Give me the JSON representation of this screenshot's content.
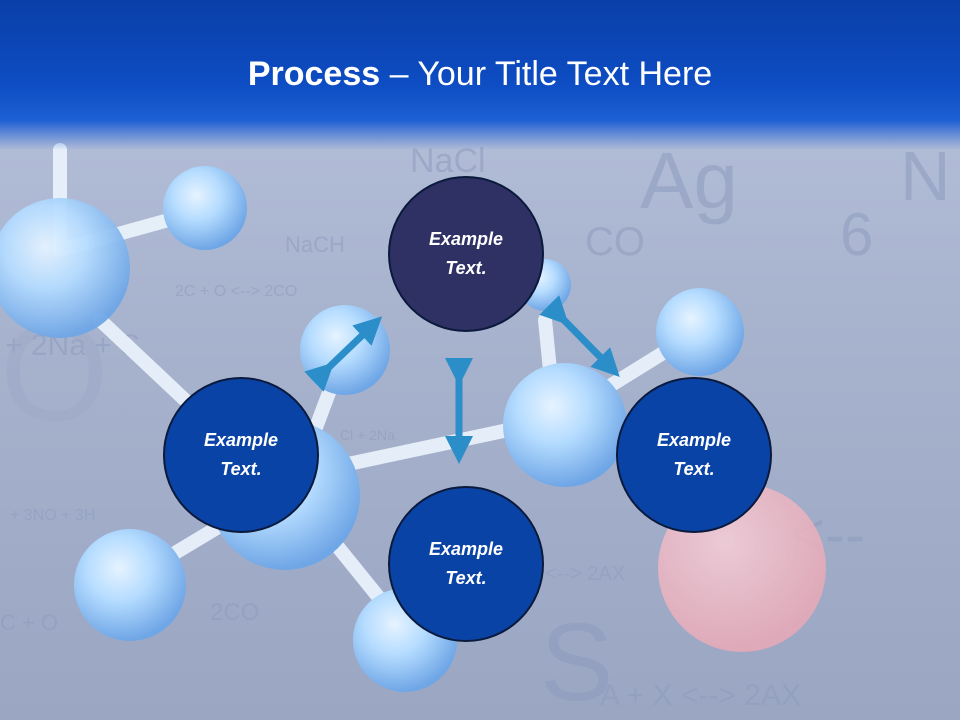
{
  "title": {
    "bold": "Process",
    "rest": " – Your Title Text Here"
  },
  "nodes": [
    {
      "line1": "Example",
      "line2": "Text."
    },
    {
      "line1": "Example",
      "line2": "Text."
    },
    {
      "line1": "Example",
      "line2": "Text."
    },
    {
      "line1": "Example",
      "line2": "Text."
    }
  ],
  "colors": {
    "title_band": "#0d4cc2",
    "node_blue": "#0a43a6",
    "node_dark": "#2f3063",
    "arrow": "#2b8ec8"
  },
  "background_formulas": [
    "NaCl",
    "NaCH",
    "CO",
    "2C + O",
    "<--> 2CO",
    "+ 2Na",
    "+ S",
    "Ag",
    "6",
    "+ 3NO",
    "+ 3H",
    "2AX",
    "<--",
    "S",
    "A",
    "+ X",
    "<--> 2AX",
    "CO",
    "C + O",
    "<-> 2CO",
    "Cl + 2Na"
  ]
}
